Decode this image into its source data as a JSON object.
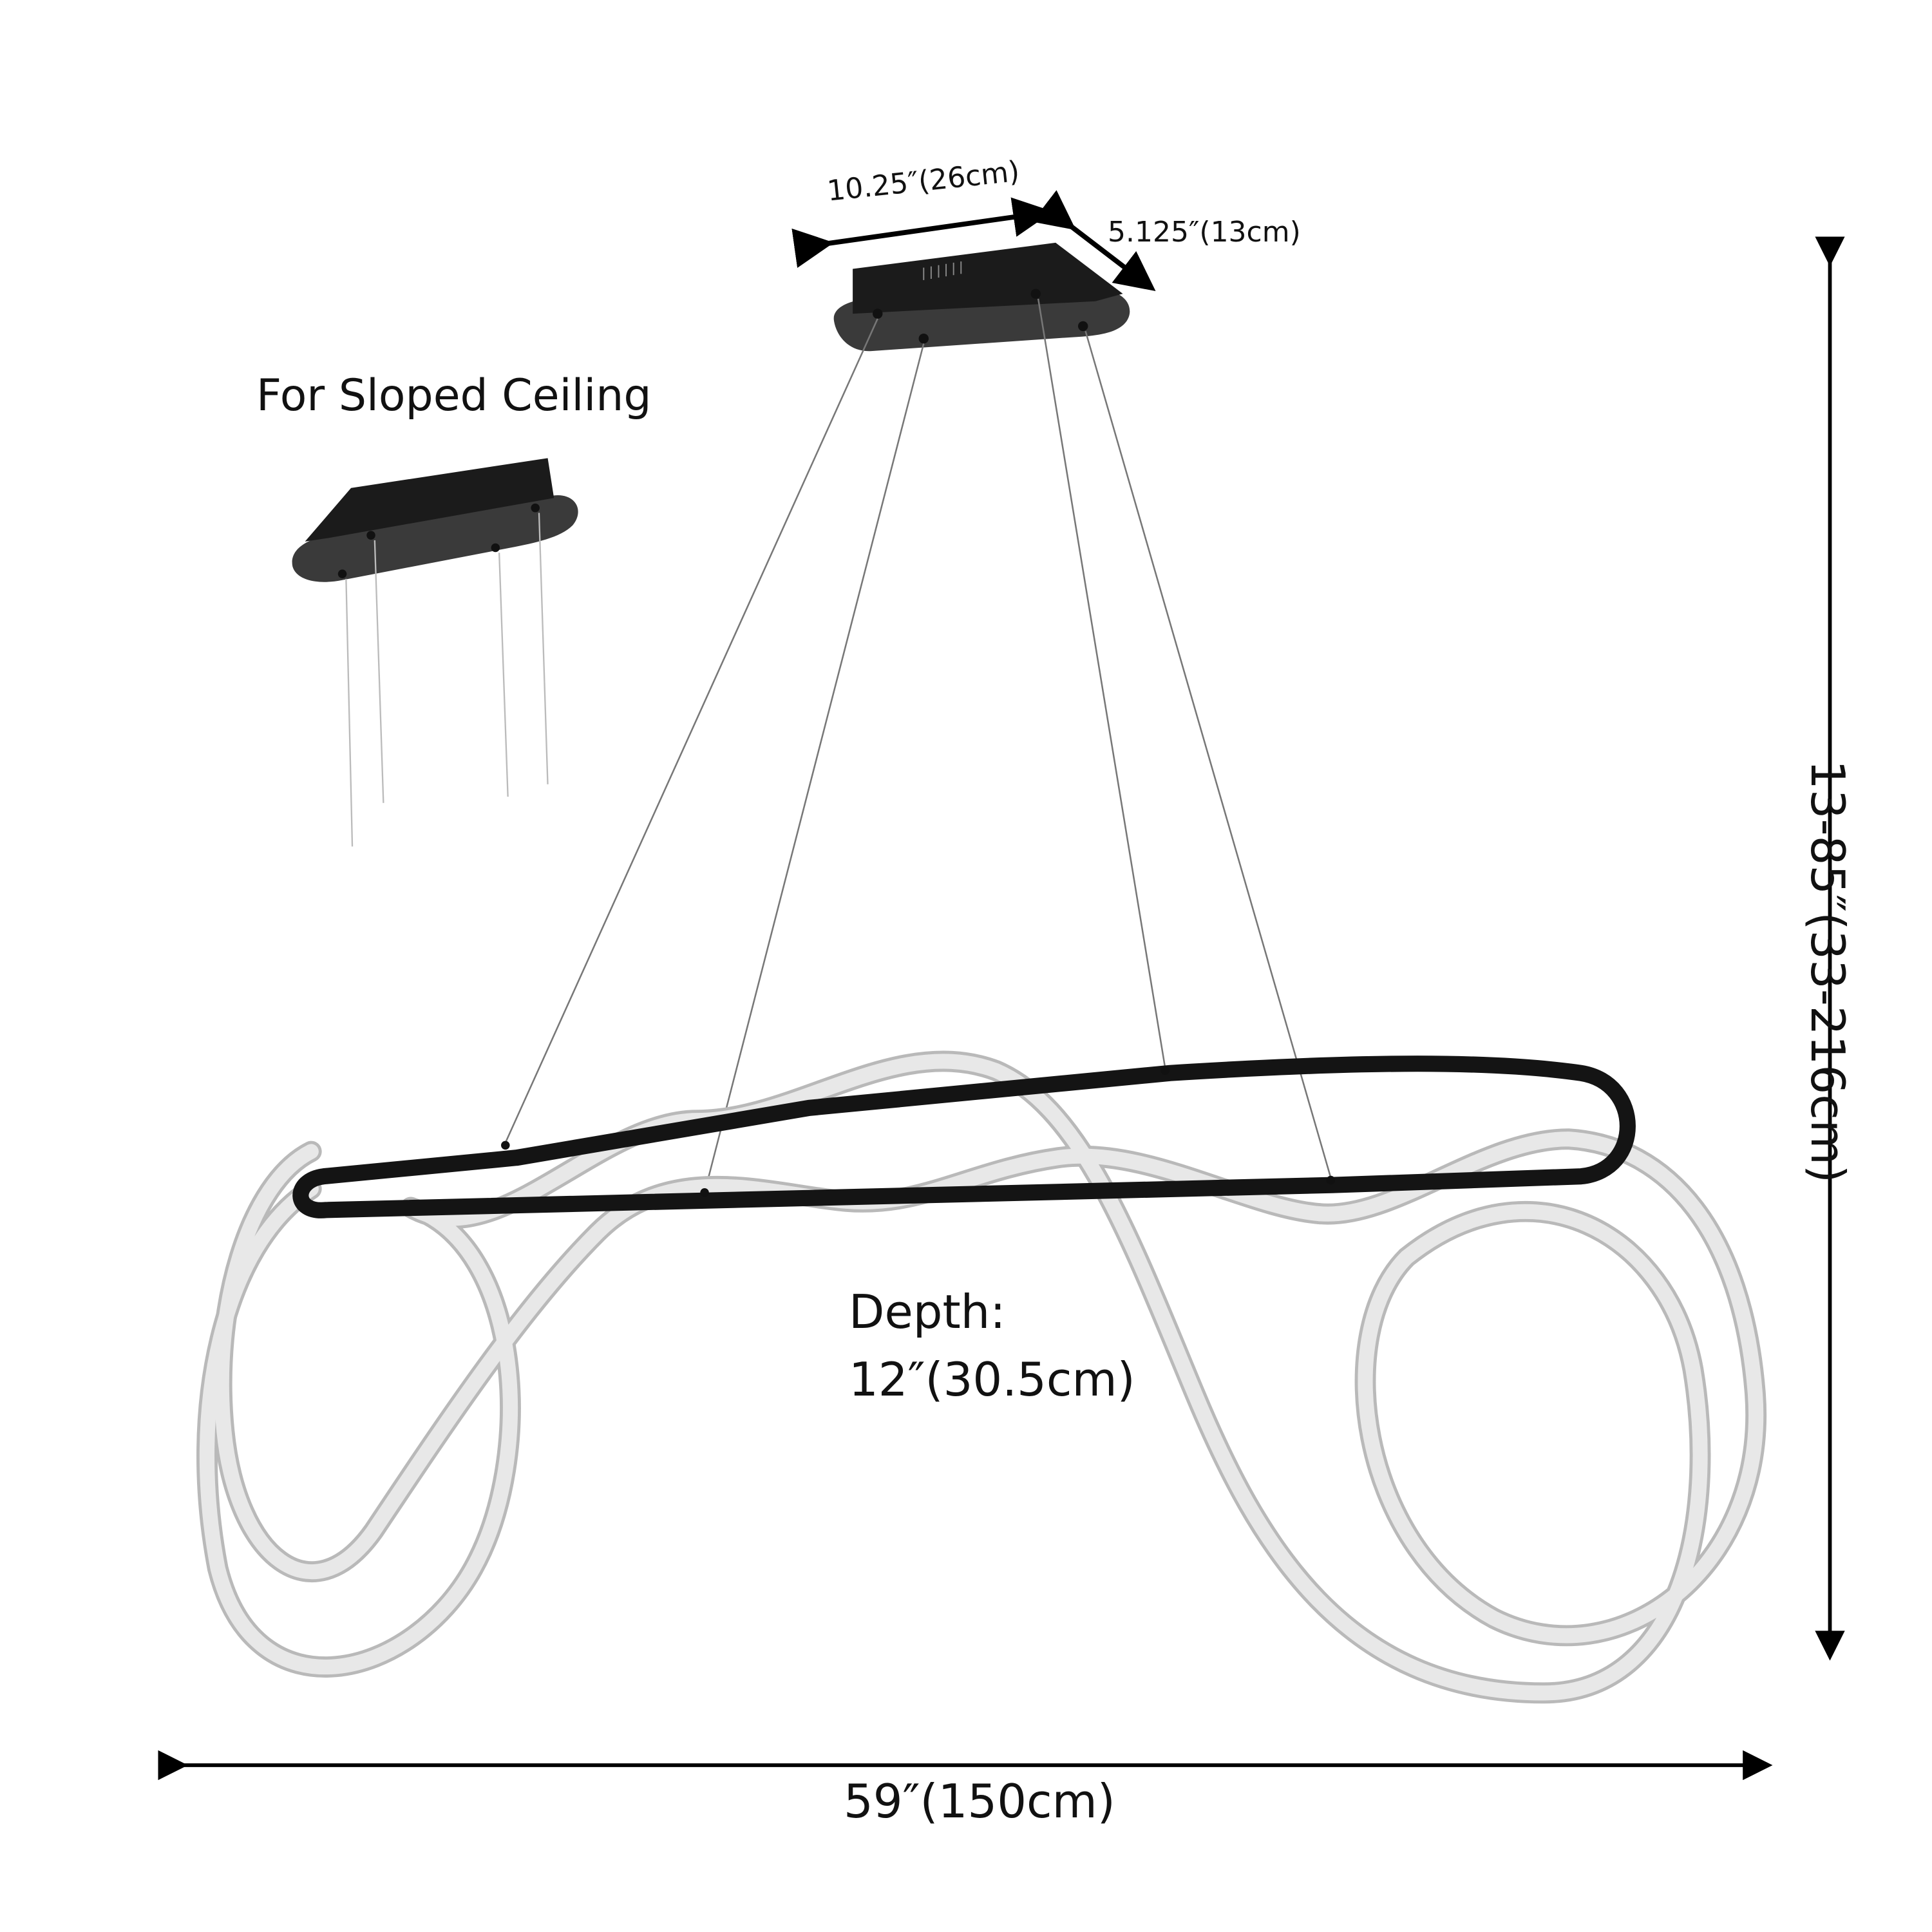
{
  "labels": {
    "sloped_ceiling": "For Sloped Ceiling",
    "canopy_length": "10.25″(26cm)",
    "canopy_width": "5.125″(13cm)",
    "height_range": "13-85″(33-216cm)",
    "width": "59″(150cm)",
    "depth_title": "Depth:",
    "depth_value": "12″(30.5cm)"
  },
  "colors": {
    "frame": "#141414",
    "rope": "#e4e4e4",
    "rope_edge": "#b9b9b9",
    "canopy_top": "#1b1b1b",
    "canopy_plate": "#3a3a3a"
  }
}
